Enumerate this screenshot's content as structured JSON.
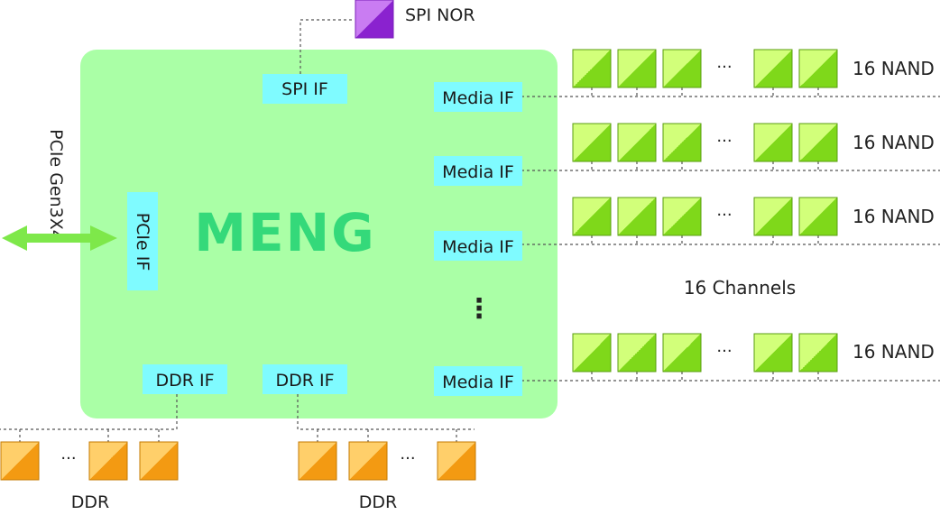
{
  "diagram": {
    "chip_name": "MENG",
    "host_link": "PCIe Gen3X4",
    "interfaces": {
      "pcie": "PCIe IF",
      "spi": "SPI IF",
      "ddr": [
        "DDR IF",
        "DDR IF"
      ],
      "media": [
        "Media IF",
        "Media IF",
        "Media IF",
        "Media IF"
      ]
    },
    "spi_device": "SPI NOR",
    "nand_rows": [
      "16 NAND",
      "16 NAND",
      "16 NAND",
      "16 NAND"
    ],
    "channels_label": "16 Channels",
    "media_ellipsis": "⋮",
    "row_ellipsis": "···",
    "ddr_labels": [
      "DDR",
      "DDR"
    ],
    "colors": {
      "chip": "#aaffa6",
      "interface": "#7ffbff",
      "title": "#34d97a",
      "nand": "#9eea2a",
      "ddr": "#f6a21e",
      "spi_nor": "#a23dde",
      "arrow": "#7ee84a"
    }
  }
}
